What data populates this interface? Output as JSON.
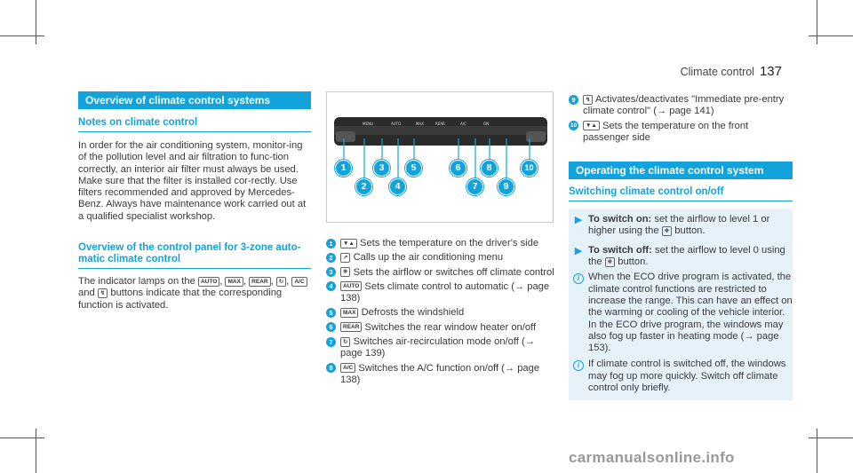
{
  "header": {
    "section": "Climate control",
    "page": "137"
  },
  "left": {
    "bar_title": "Overview of climate control systems",
    "sub1": "Notes on climate control",
    "para1": "In order for the air conditioning system, monitor-ing of the pollution level and air filtration to func-tion correctly, an interior air filter must always be used. Make sure that the filter is installed cor-rectly. Use filters recommended and approved by Mercedes-Benz. Always have maintenance work carried out at a qualified specialist workshop.",
    "sub2_line1": "Overview of the control panel for 3-zone auto-",
    "sub2_line2": "matic climate control",
    "para2_a": "The indicator lamps on the",
    "para2_b": "and",
    "para2_c": "buttons indicate that the corresponding function is activated.",
    "icon_auto": "AUTO",
    "icon_max": "MAX",
    "icon_rear": "REAR",
    "icon_ac": "A/C"
  },
  "middle": {
    "callouts": [
      "1",
      "2",
      "3",
      "4",
      "5",
      "6",
      "7",
      "8",
      "9",
      "10"
    ],
    "items": [
      {
        "n": "1",
        "text": "Sets the temperature on the driver's side"
      },
      {
        "n": "2",
        "text": "Calls up the air conditioning menu"
      },
      {
        "n": "3",
        "text": "Sets the airflow or switches off climate control"
      },
      {
        "n": "4",
        "text": "Sets climate control to automatic (→ page 138)"
      },
      {
        "n": "5",
        "text": "Defrosts the windshield"
      },
      {
        "n": "6",
        "text": "Switches the rear window heater on/off"
      },
      {
        "n": "7",
        "text": "Switches air-recirculation mode on/off (→ page 139)"
      },
      {
        "n": "8",
        "text": "Switches the A/C function on/off (→ page 138)"
      }
    ]
  },
  "right": {
    "items": [
      {
        "n": "9",
        "text": "Activates/deactivates \"Immediate pre-entry climate control\" (→ page 141)"
      },
      {
        "n": "10",
        "text": "Sets the temperature on the front passenger side"
      }
    ],
    "bar_title": "Operating the climate control system",
    "sub1": "Switching climate control on/off",
    "step1_label": "To switch on:",
    "step1_text": "set the airflow to level 1 or higher using the",
    "step1_end": "button.",
    "step2_label": "To switch off:",
    "step2_text": "set the airflow to level 0 using the",
    "step2_end": "button.",
    "info1": "When the ECO drive program is activated, the climate control functions are restricted to increase the range. This can have an effect on the warming or cooling of the vehicle interior. In the ECO drive program, the windows may also fog up faster in heating mode (→ page 153).",
    "info2": "If climate control is switched off, the windows may fog up more quickly. Switch off climate control only briefly."
  },
  "watermark": "carmanualsonline.info",
  "colors": {
    "accent": "#12a3dc",
    "tint": "#e7f1fa"
  }
}
